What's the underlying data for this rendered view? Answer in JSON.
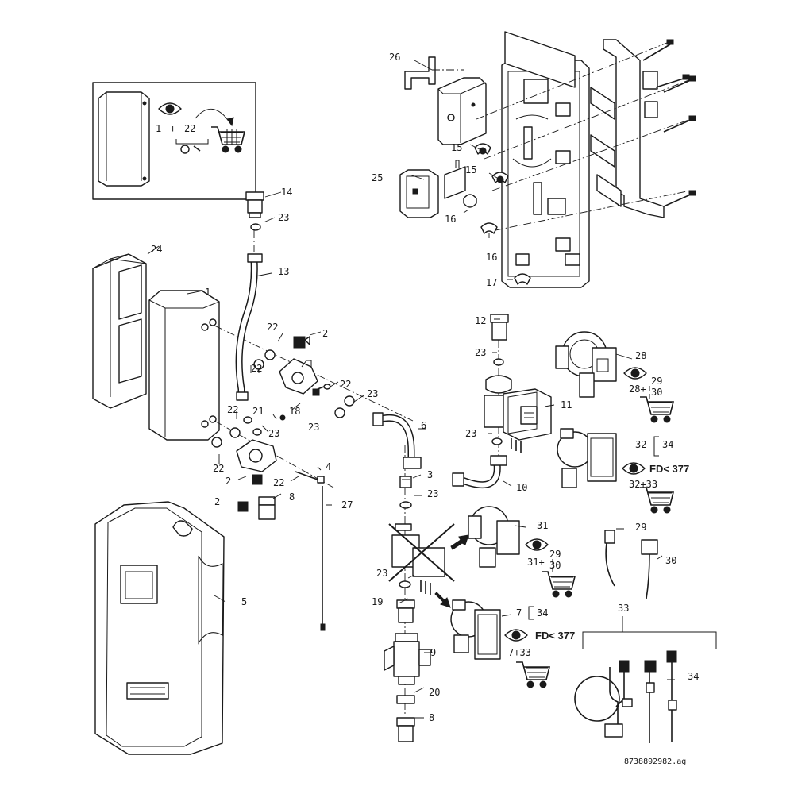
{
  "callouts": {
    "c1a": "1",
    "c22a": "22",
    "plus_a": "+",
    "c14": "14",
    "c23a": "23",
    "c24": "24",
    "c13": "13",
    "c1b": "1",
    "c22b": "22",
    "c2a": "2",
    "c22c": "22",
    "c22d": "22",
    "c23b": "23",
    "c18": "18",
    "c21": "21",
    "c22e": "22",
    "c23c": "23",
    "c23d": "23",
    "c22f": "22",
    "c22g": "22",
    "c2b": "2",
    "c2c": "2",
    "c4": "4",
    "c8a": "8",
    "c27": "27",
    "c5": "5",
    "c26": "26",
    "c15a": "15",
    "c15b": "15",
    "c25": "25",
    "c16a": "16",
    "c16b": "16",
    "c17": "17",
    "c12": "12",
    "c23e": "23",
    "c28": "28",
    "c29a": "29",
    "c28p": "28+",
    "c30a": "30",
    "c11": "11",
    "c23f": "23",
    "c6": "6",
    "c32": "32",
    "c34a": "34",
    "fd_a": "FD< 377",
    "c3233": "32+33",
    "c3": "3",
    "c23g": "23",
    "c10": "10",
    "c31": "31",
    "c29b": "29",
    "c31p": "31+",
    "c30b": "30",
    "c23h": "23",
    "c19": "19",
    "c7": "7",
    "c34b": "34",
    "fd_b": "FD< 377",
    "c733": "7+33",
    "c9": "9",
    "c20": "20",
    "c8b": "8",
    "c29c": "29",
    "c30c": "30",
    "c33": "33",
    "c34c": "34"
  },
  "drawing_number": "8738892982.ag",
  "icons": [
    "eye-icon",
    "shopping-cart-icon",
    "arrow-right-icon",
    "cross-out-icon"
  ]
}
